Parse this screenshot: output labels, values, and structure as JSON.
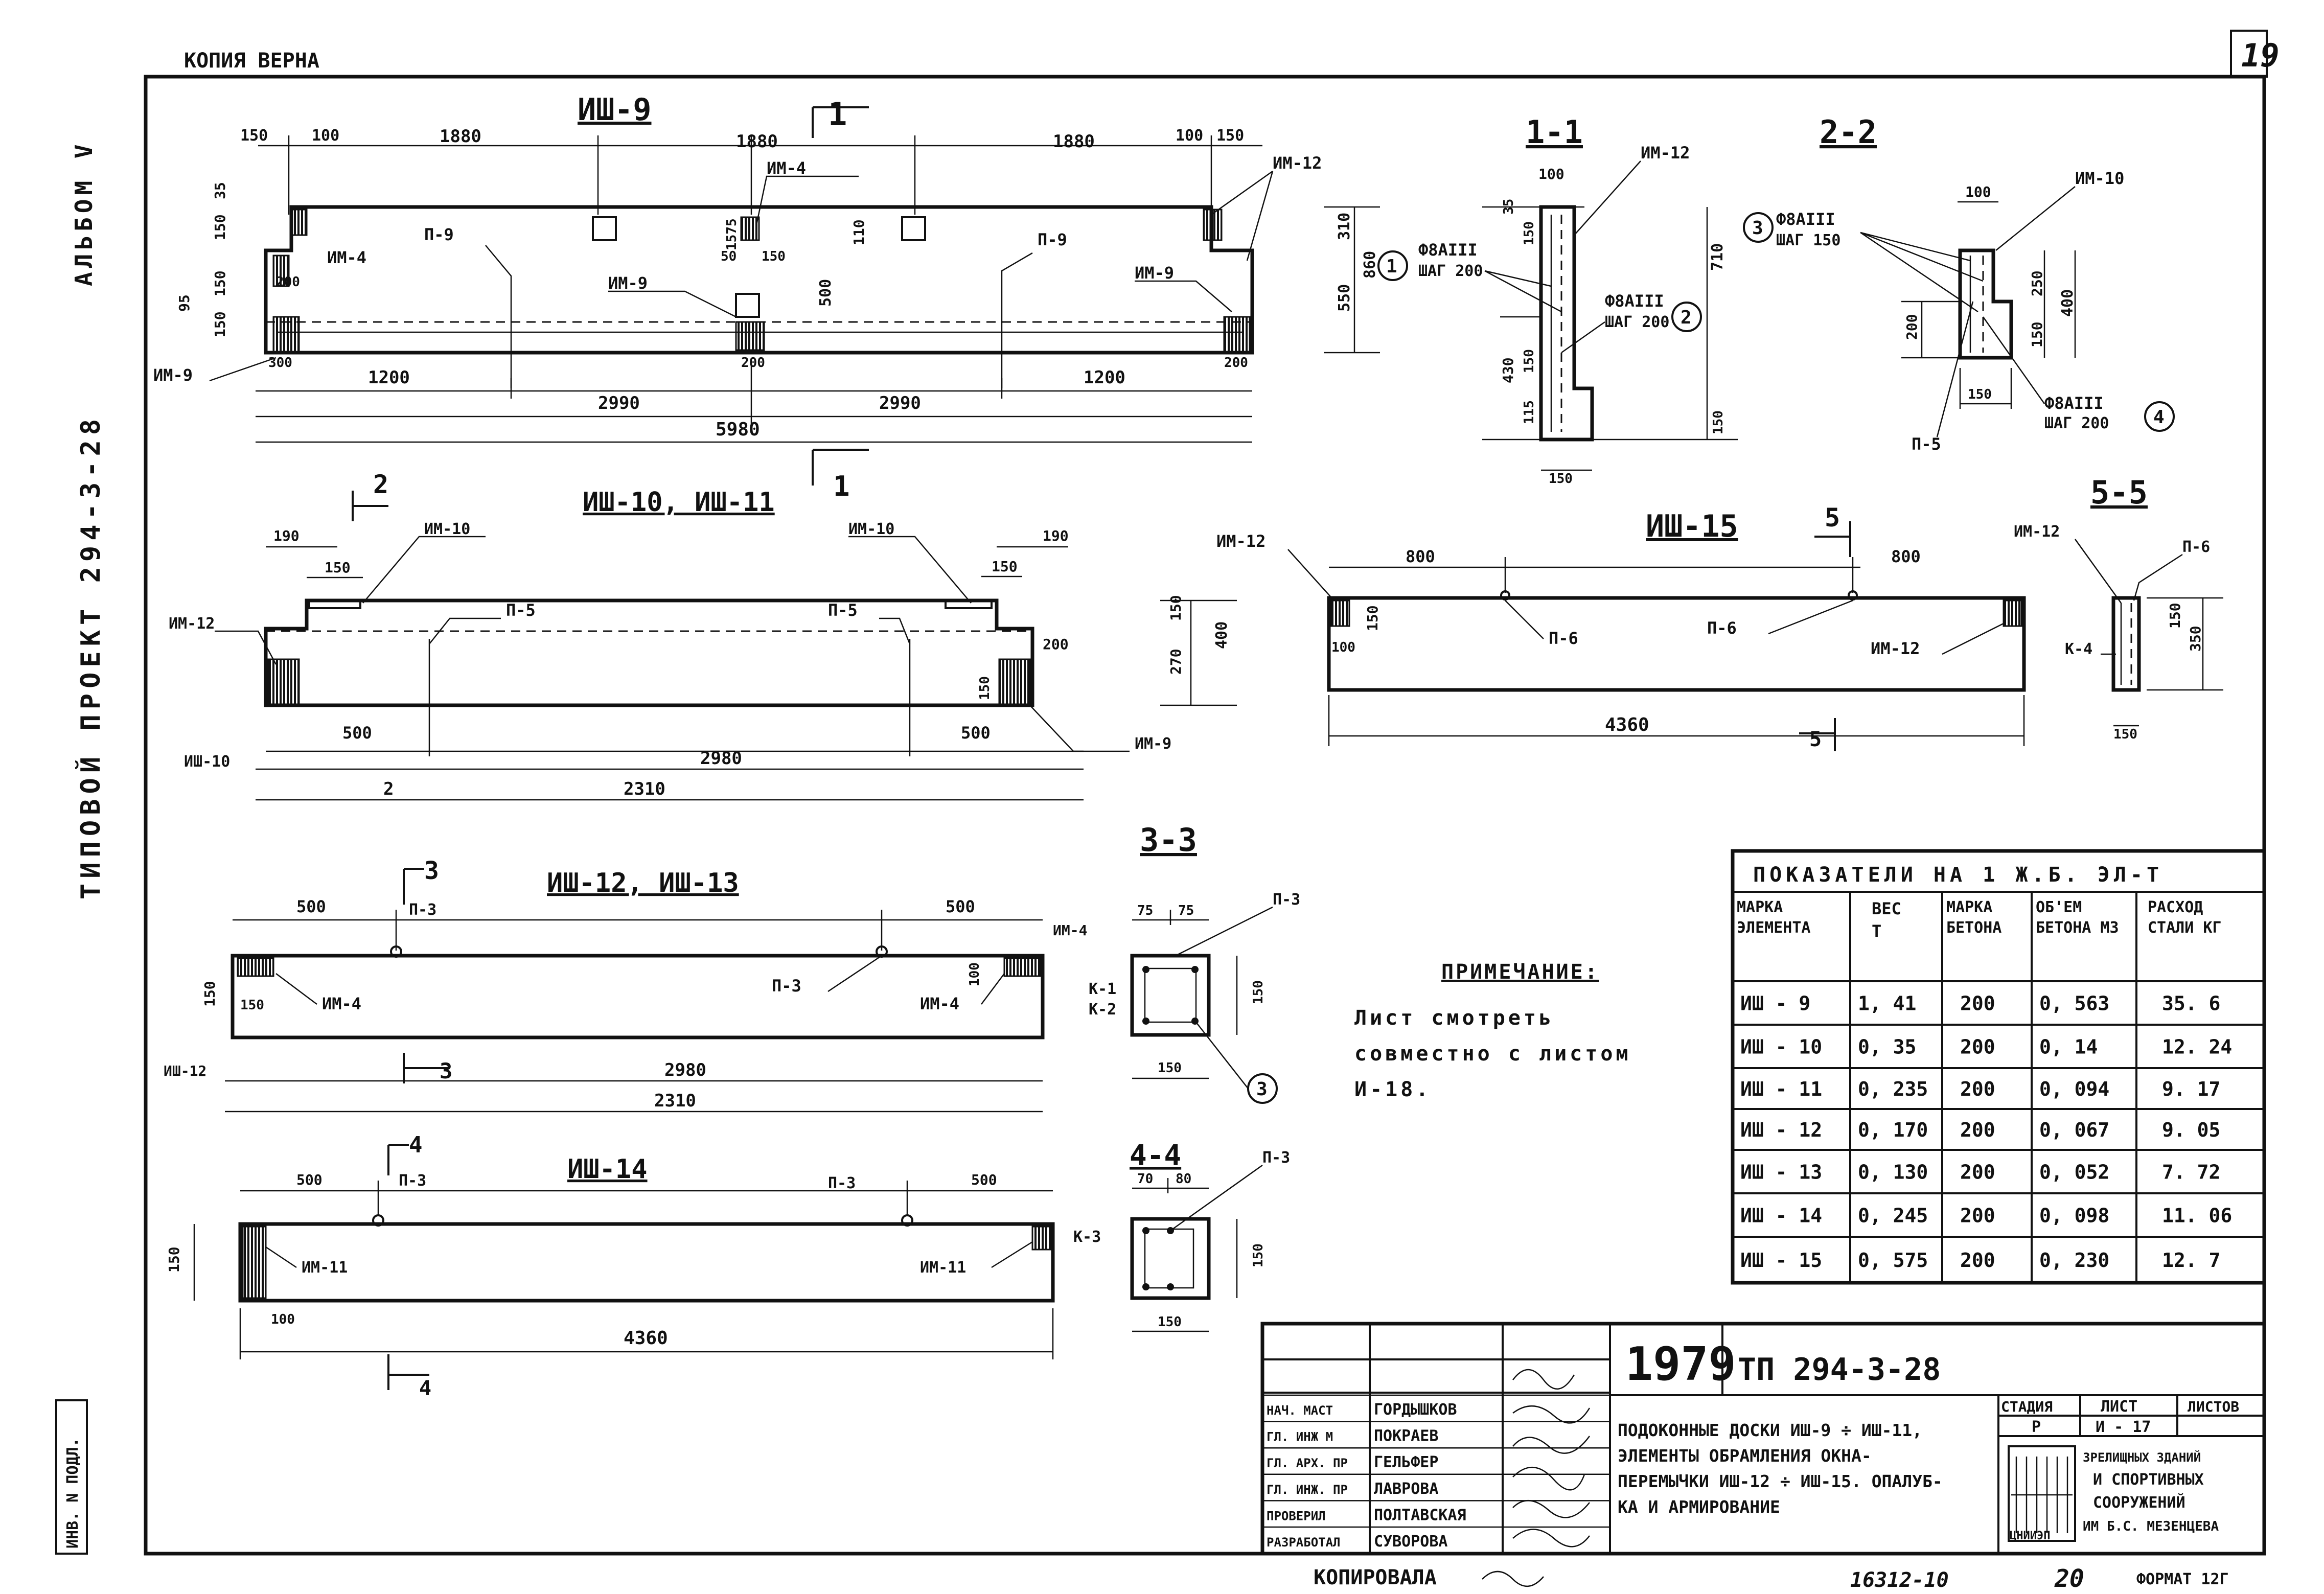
{
  "header": {
    "copy_true": "КОПИЯ ВЕРНА",
    "sheet_no": "19"
  },
  "left_margin": {
    "album": "АЛЬБОМ V",
    "project": "ТИПОВОЙ ПРОЕКТ 294-3-28",
    "inv": "ИНВ. N ПОДЛ."
  },
  "views": {
    "im9": {
      "title": "ИШ-9",
      "section_mark": "1",
      "dims": [
        "150",
        "100",
        "1880",
        "1880",
        "1880",
        "100",
        "150",
        "1200",
        "2990",
        "2990",
        "1200",
        "5980",
        "150",
        "35",
        "150",
        "95",
        "150",
        "300",
        "110",
        "50",
        "150",
        "500",
        "1575",
        "200",
        "200",
        "200"
      ],
      "labels": [
        "ИМ-4",
        "ИМ-4",
        "ИМ-9",
        "ИМ-9",
        "ИМ-9",
        "ИМ-12",
        "П-9",
        "П-9"
      ]
    },
    "sec11": {
      "title": "1-1",
      "dims": [
        "100",
        "35",
        "150",
        "310",
        "550",
        "860",
        "430",
        "150",
        "115",
        "710",
        "150",
        "150"
      ],
      "labels": [
        "ИМ-12",
        "Ф8АIII",
        "ШАГ 200",
        "Ф8АIII",
        "ШАГ 200",
        "1",
        "2"
      ]
    },
    "sec22": {
      "title": "2-2",
      "dims": [
        "100",
        "250",
        "400",
        "150",
        "200",
        "150"
      ],
      "labels": [
        "ИМ-10",
        "Ф8АIII",
        "ШАГ 150",
        "Ф8АIII",
        "ШАГ 200",
        "П-5",
        "3",
        "4"
      ]
    },
    "im1011": {
      "title": "ИШ-10, ИШ-11",
      "section_mark": "2",
      "dims": [
        "190",
        "150",
        "190",
        "150",
        "200",
        "150",
        "500",
        "500",
        "2980",
        "2310",
        "2",
        "270",
        "150",
        "400"
      ],
      "labels": [
        "ИМ-10",
        "ИМ-10",
        "ИМ-12",
        "П-5",
        "П-5",
        "ИМ-9",
        "ИШ-10"
      ]
    },
    "im15": {
      "title": "ИШ-15",
      "section_mark": "5",
      "dims": [
        "800",
        "800",
        "150",
        "100",
        "4360"
      ],
      "labels": [
        "ИМ-12",
        "П-6",
        "П-6",
        "ИМ-12"
      ]
    },
    "sec55": {
      "title": "5-5",
      "dims": [
        "150",
        "350",
        "150"
      ],
      "labels": [
        "ИМ-12",
        "П-6",
        "К-4"
      ]
    },
    "im1213": {
      "title": "ИШ-12, ИШ-13",
      "section_mark": "3",
      "dims": [
        "500",
        "500",
        "100",
        "150",
        "150",
        "2980",
        "2310"
      ],
      "labels": [
        "П-3",
        "П-3",
        "ИМ-4",
        "ИМ-4",
        "ИШ-12"
      ]
    },
    "sec33": {
      "title": "3-3",
      "dims": [
        "75",
        "75",
        "150",
        "150"
      ],
      "labels": [
        "ИМ-4",
        "П-3",
        "К-1",
        "К-2",
        "3"
      ]
    },
    "im14": {
      "title": "ИШ-14",
      "section_mark": "4",
      "dims": [
        "500",
        "500",
        "150",
        "100",
        "4360"
      ],
      "labels": [
        "П-3",
        "П-3",
        "ИМ-11",
        "ИМ-11",
        "К-3"
      ]
    },
    "sec44": {
      "title": "4-4",
      "dims": [
        "70",
        "80",
        "150",
        "150"
      ],
      "labels": [
        "П-3"
      ]
    }
  },
  "note": {
    "title": "ПРИМЕЧАНИЕ:",
    "lines": [
      "Лист смотреть",
      "совместно с листом",
      "И-18."
    ]
  },
  "table": {
    "title": "ПОКАЗАТЕЛИ НА 1 Ж.Б. ЭЛ-Т",
    "headers": [
      "МАРКА ЭЛЕМЕНТА",
      "ВЕС Т",
      "МАРКА БЕТОНА",
      "ОБ'ЕМ БЕТОНА М3",
      "РАСХОД СТАЛИ КГ"
    ],
    "rows": [
      [
        "ИШ - 9",
        "1, 41",
        "200",
        "0, 563",
        "35. 6"
      ],
      [
        "ИШ - 10",
        "0, 35",
        "200",
        "0, 14",
        "12. 24"
      ],
      [
        "ИШ - 11",
        "0, 235",
        "200",
        "0, 094",
        "9. 17"
      ],
      [
        "ИШ - 12",
        "0, 170",
        "200",
        "0, 067",
        "9. 05"
      ],
      [
        "ИШ - 13",
        "0, 130",
        "200",
        "0, 052",
        "7. 72"
      ],
      [
        "ИШ - 14",
        "0, 245",
        "200",
        "0, 098",
        "11. 06"
      ],
      [
        "ИШ - 15",
        "0, 575",
        "200",
        "0, 230",
        "12. 7"
      ]
    ]
  },
  "title_block": {
    "year": "1979",
    "code": "ТП 294-3-28",
    "people": [
      [
        "НАЧ. МАСТ",
        "ГОРДЫШКОВ"
      ],
      [
        "ГЛ. ИНЖ М",
        "ПОКРАЕВ"
      ],
      [
        "ГЛ. АРХ. ПР",
        "ГЕЛЬФЕР"
      ],
      [
        "ГЛ. ИНЖ. ПР",
        "ЛАВРОВА"
      ],
      [
        "ПРОВЕРИЛ",
        "ПОЛТАВСКАЯ"
      ],
      [
        "РАЗРАБОТАЛ",
        "СУВОРОВА"
      ]
    ],
    "description": [
      "ПОДОКОННЫЕ ДОСКИ ИШ-9 ÷ ИШ-11,",
      "ЭЛЕМЕНТЫ ОБРАМЛЕНИЯ ОКНА-",
      "ПЕРЕМЫЧКИ ИШ-12 ÷ ИШ-15. ОПАЛУБ-",
      "КА И АРМИРОВАНИЕ"
    ],
    "stage_label": "СТАДИЯ",
    "sheet_label": "ЛИСТ",
    "sheets_label": "ЛИСТОВ",
    "stage": "Р",
    "sheet": "И - 17",
    "org": [
      "ЗРЕЛИЩНЫХ ЗДАНИЙ",
      "И СПОРТИВНЫХ",
      "СООРУЖЕНИЙ",
      "ИМ Б.С. МЕЗЕНЦЕВА"
    ],
    "logo": "ЦНИИЭП"
  },
  "footer": {
    "copied": "КОПИРОВАЛА",
    "num": "16312-10",
    "page": "20",
    "format": "ФОРМАТ 12Г"
  }
}
